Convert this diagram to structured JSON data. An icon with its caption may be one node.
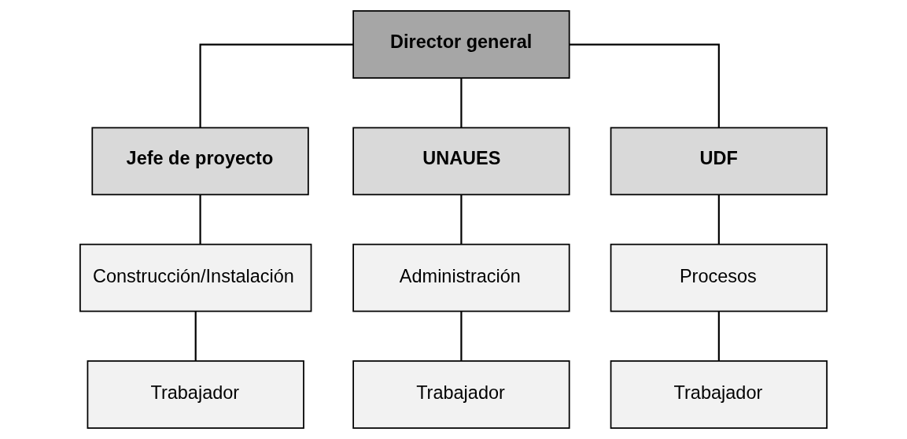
{
  "diagram": {
    "nodes": [
      {
        "text": [
          "Director general"
        ]
      },
      {
        "text": [
          "Jefe de proyecto"
        ]
      },
      {
        "text": [
          "UNAUES"
        ]
      },
      {
        "text": [
          "UDF"
        ]
      },
      {
        "text": [
          "Construcción/Instalación"
        ]
      },
      {
        "text": [
          "Administración"
        ]
      },
      {
        "text": [
          "Procesos"
        ]
      },
      {
        "text": [
          "Trabajador"
        ]
      },
      {
        "text": [
          "Trabajador"
        ]
      },
      {
        "text": [
          "Trabajador"
        ]
      }
    ],
    "edges": [
      {
        "from": 0,
        "to": 1,
        "arrow": "none"
      },
      {
        "from": 0,
        "to": 2,
        "arrow": "none"
      },
      {
        "from": 0,
        "to": 3,
        "arrow": "none"
      },
      {
        "from": 1,
        "to": 4,
        "arrow": "none"
      },
      {
        "from": 2,
        "to": 5,
        "arrow": "none"
      },
      {
        "from": 3,
        "to": 6,
        "arrow": "none"
      },
      {
        "from": 4,
        "to": 7,
        "arrow": "none"
      },
      {
        "from": 5,
        "to": 8,
        "arrow": "none"
      },
      {
        "from": 6,
        "to": 9,
        "arrow": "none"
      }
    ]
  }
}
